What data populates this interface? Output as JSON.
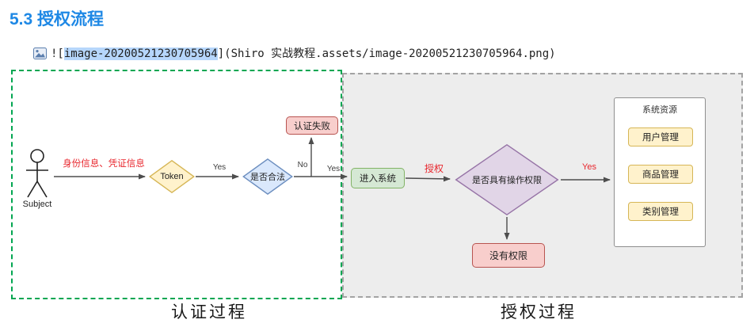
{
  "page": {
    "heading": "5.3 授权流程"
  },
  "markdown_line": {
    "prefix": "![",
    "highlighted": "image-20200521230705964",
    "suffix": "](Shiro 实战教程.assets/image-20200521230705964.png)"
  },
  "diagram": {
    "actor_label": "Subject",
    "credential_label": "身份信息、凭证信息",
    "token_diamond": "Token",
    "valid_diamond": "是否合法",
    "auth_fail_box": "认证失败",
    "enter_system_box": "进入系统",
    "permission_diamond": "是否具有操作权限",
    "no_permission_box": "没有权限",
    "resources_title": "系统资源",
    "resources": [
      "用户管理",
      "商品管理",
      "类别管理"
    ],
    "labels": {
      "yes1": "Yes",
      "no1": "No",
      "yes2": "Yes",
      "authorize": "授权",
      "yes3": "Yes"
    },
    "auth_section_label": "认证过程",
    "authz_section_label": "授权过程"
  },
  "colors": {
    "heading": "#1e88e5",
    "selection": "#b6d6fb",
    "code_text": "#1f1f1f",
    "red_label": "#e8262d",
    "green_section_border": "#00a651",
    "gray_section_border": "#a3a3a3",
    "gray_section_bg": "#ededed",
    "yellow_fill": "#fff2cc",
    "yellow_border": "#d6b656",
    "blue_fill": "#dae8fc",
    "blue_border": "#6c8ebf",
    "red_fill": "#f8cecc",
    "red_border": "#b85450",
    "green_fill": "#d5e8d4",
    "green_border": "#82b366",
    "purple_fill": "#e1d5e7",
    "purple_border": "#9673a6",
    "panel_border": "#8f8f8f"
  }
}
